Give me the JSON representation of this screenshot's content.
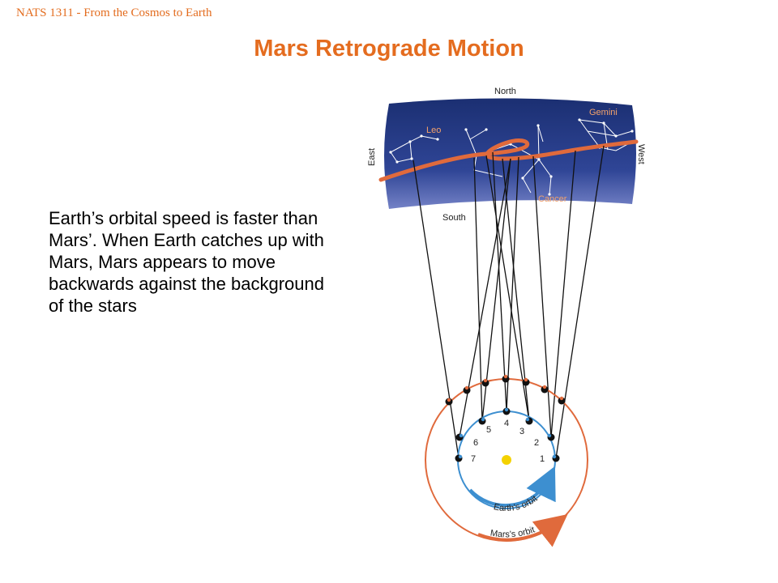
{
  "header": {
    "course": "NATS 1311 - From the Cosmos to Earth"
  },
  "slide": {
    "title": "Mars Retrograde Motion",
    "body": "Earth’s orbital speed is faster than Mars’. When Earth catches up with Mars, Mars appears to move backwards against the background of the stars"
  },
  "diagram": {
    "directions": {
      "north": "North",
      "south": "South",
      "east": "East",
      "west": "West"
    },
    "constellations": {
      "leo": "Leo",
      "gemini": "Gemini",
      "cancer": "Cancer"
    },
    "orbits": {
      "earth": "Earth’s orbit",
      "mars": "Mars’s orbit"
    },
    "positions": [
      "1",
      "2",
      "3",
      "4",
      "5",
      "6",
      "7"
    ],
    "colors": {
      "sky_top": "#1b2f72",
      "sky_bottom": "#6a78c0",
      "mars_path": "#e06a3c",
      "earth_orbit": "#3d8fd0",
      "mars_orbit": "#e06a3c",
      "sun": "#f4d200",
      "title": "#e46c1f"
    }
  }
}
